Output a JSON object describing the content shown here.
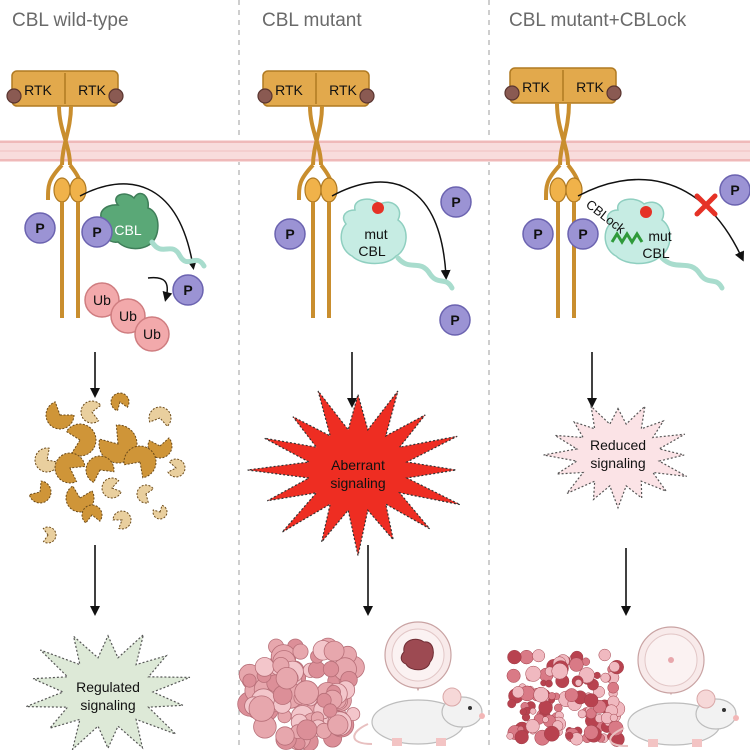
{
  "panels": [
    {
      "title": "CBL wild-type",
      "outcome": [
        "Regulated",
        "signaling"
      ]
    },
    {
      "title": "CBL mutant",
      "outcome": [
        "Aberrant",
        "signaling"
      ]
    },
    {
      "title": "CBL mutant+CBLock",
      "outcome": [
        "Reduced",
        "signaling"
      ]
    }
  ],
  "labels": {
    "rtk": "RTK",
    "phospho": "P",
    "ub": "Ub",
    "cbl": "CBL",
    "mut": "mut",
    "cblock": "CBLock"
  },
  "colors": {
    "rtk": "#e2a94c",
    "membrane": "#f6d2d2",
    "phospho": "#9b93d4",
    "cbl_wt": "#5aa877",
    "cbl_mut": "#bfe9e0",
    "ub": "#f2a9ab",
    "mut_dot": "#e53226",
    "inhibit": "#e53226",
    "cblock_peptide": "#2f9a3a",
    "regulated_burst": "#dde9d7",
    "aberrant_burst": "#ee2d22",
    "reduced_burst": "#fbe3e6",
    "fragments": "#cf9538"
  },
  "icons": [
    "receptor-icon",
    "phosphate-icon",
    "ubiquitin-icon",
    "degradation-fragments-icon",
    "tumor-icon",
    "mouse-icon",
    "inhibition-x-icon"
  ]
}
